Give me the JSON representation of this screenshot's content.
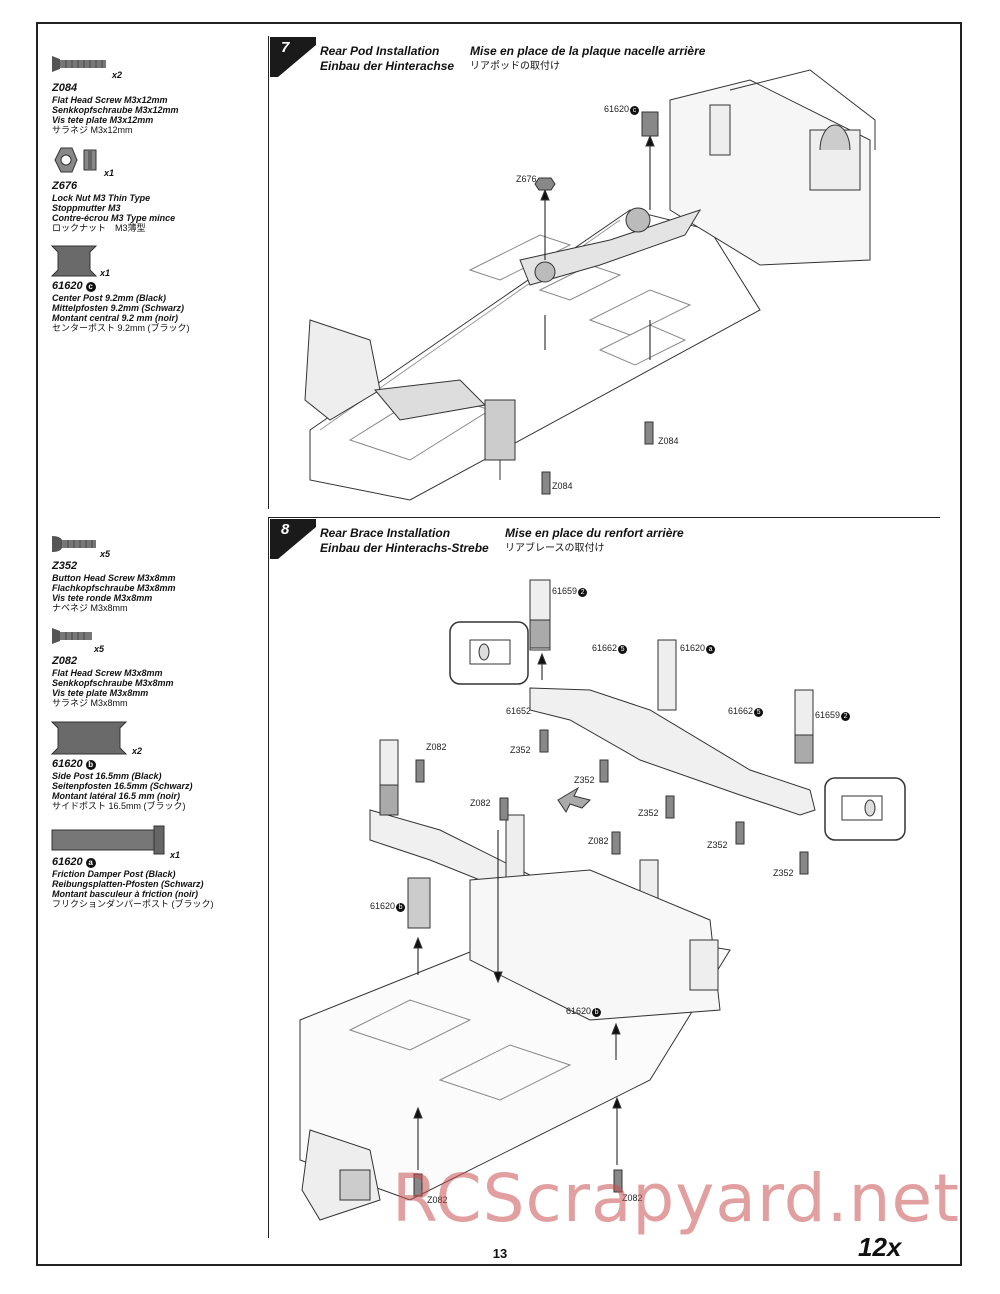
{
  "step7": {
    "number": "7",
    "title_en": "Rear Pod Installation",
    "title_de": "Einbau der Hinterachse",
    "title_fr": "Mise en place de la plaque nacelle arrière",
    "title_jp": "リアポッドの取付け",
    "parts": [
      {
        "qty": "x2",
        "code": "Z084",
        "lines": [
          "Flat Head Screw M3x12mm",
          "Senkkopfschraube M3x12mm",
          "Vis tete plate M3x12mm"
        ],
        "jp": "サラネジ M3x12mm"
      },
      {
        "qty": "x1",
        "code": "Z676",
        "lines": [
          "Lock Nut M3 Thin Type",
          "Stoppmutter M3",
          "Contre-écrou M3 Type mince"
        ],
        "jp": "ロックナット　M3薄型"
      },
      {
        "qty": "x1",
        "code": "61620",
        "marker": "c",
        "lines": [
          "Center Post 9.2mm (Black)",
          "Mittelpfosten 9.2mm (Schwarz)",
          "Montant central 9.2 mm (noir)"
        ],
        "jp": "センターポスト 9.2mm (ブラック)"
      }
    ],
    "callouts": {
      "c1": "61620",
      "c1m": "c",
      "c2": "Z676",
      "c3": "Z084",
      "c4": "Z084"
    }
  },
  "step8": {
    "number": "8",
    "title_en": "Rear Brace Installation",
    "title_de": "Einbau der Hinterachs-Strebe",
    "title_fr": "Mise en place du renfort arrière",
    "title_jp": "リアブレースの取付け",
    "parts": [
      {
        "qty": "x5",
        "code": "Z352",
        "lines": [
          "Button Head Screw M3x8mm",
          "Flachkopfschraube M3x8mm",
          "Vis tete ronde M3x8mm"
        ],
        "jp": "ナベネジ M3x8mm"
      },
      {
        "qty": "x5",
        "code": "Z082",
        "lines": [
          "Flat Head Screw M3x8mm",
          "Senkkopfschraube M3x8mm",
          "Vis tete plate M3x8mm"
        ],
        "jp": "サラネジ M3x8mm"
      },
      {
        "qty": "x2",
        "code": "61620",
        "marker": "b",
        "lines": [
          "Side Post 16.5mm (Black)",
          "Seitenpfosten 16.5mm (Schwarz)",
          "Montant latéral 16.5 mm (noir)"
        ],
        "jp": "サイドポスト 16.5mm (ブラック)"
      },
      {
        "qty": "x1",
        "code": "61620",
        "marker": "a",
        "lines": [
          "Friction Damper Post (Black)",
          "Reibungsplatten-Pfosten (Schwarz)",
          "Montant basculeur à friction (noir)"
        ],
        "jp": "フリクションダンパーポスト (ブラック)"
      }
    ],
    "callouts": {
      "p61659a": "61659",
      "m61659": "2",
      "p61662a": "61662",
      "m61662": "5",
      "p61620a": "61620",
      "m61620a": "a",
      "p61652": "61652",
      "p61662b": "61662",
      "p61659b": "61659",
      "z352": "Z352",
      "z082": "Z082",
      "p61620b": "61620",
      "m61620b": "b"
    }
  },
  "page_number": "13",
  "watermark": "RCScrapyard.net",
  "brand_logo": "12x"
}
